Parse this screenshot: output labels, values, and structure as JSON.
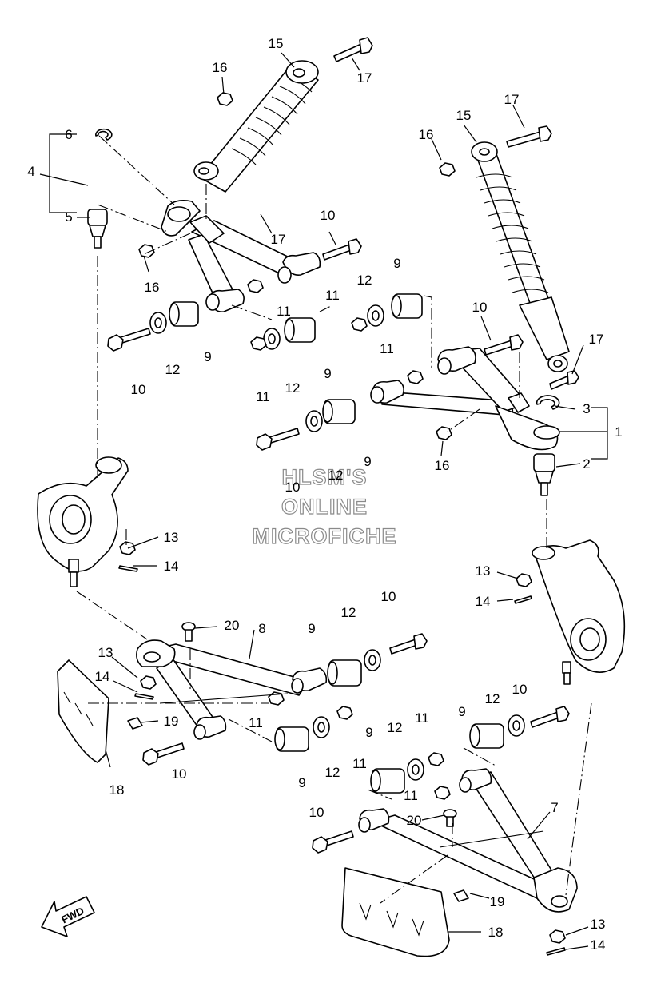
{
  "watermark": {
    "line1": "HLSM'S",
    "line2": "ONLINE",
    "line3": "MICROFICHE"
  },
  "direction_badge": {
    "label": "FWD"
  },
  "callouts": {
    "n1": "1",
    "n2": "2",
    "n3": "3",
    "n4": "4",
    "n5": "5",
    "n6": "6",
    "n7": "7",
    "n8": "8",
    "n9": "9",
    "n10": "10",
    "n11": "11",
    "n12": "12",
    "n13": "13",
    "n14": "14",
    "n15": "15",
    "n16": "16",
    "n17": "17",
    "n18": "18",
    "n19": "19",
    "n20": "20"
  }
}
